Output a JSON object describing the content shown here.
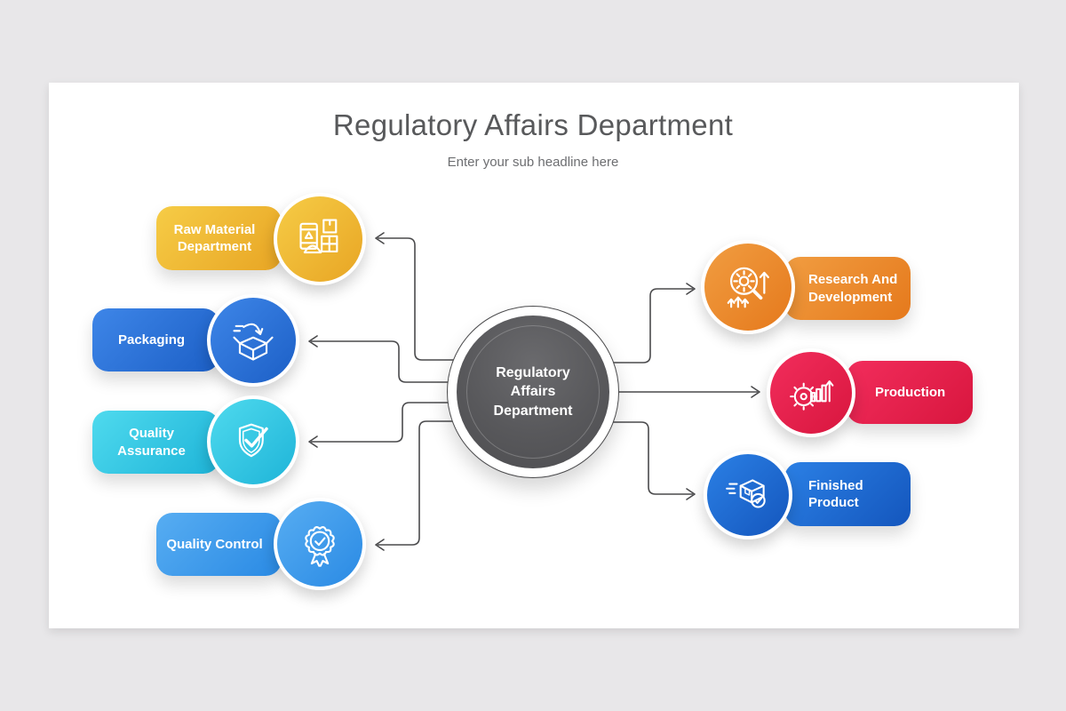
{
  "slide": {
    "title": "Regulatory Affairs Department",
    "subtitle": "Enter your sub headline here"
  },
  "center": {
    "label": "Regulatory\nAffairs\nDepartment"
  },
  "left_nodes": [
    {
      "label": "Raw Material\nDepartment",
      "icon": "raw-material-barrel-icon",
      "from": "#F6CC46",
      "to": "#E8A524"
    },
    {
      "label": "Packaging",
      "icon": "packaging-open-box-icon",
      "from": "#3E86E8",
      "to": "#1C5FC6"
    },
    {
      "label": "Quality\nAssurance",
      "icon": "shield-check-icon",
      "from": "#4FDAEE",
      "to": "#1EB4D8"
    },
    {
      "label": "Quality Control",
      "icon": "award-badge-check-icon",
      "from": "#57ADF2",
      "to": "#2A8AE4"
    }
  ],
  "right_nodes": [
    {
      "label": "Research And\nDevelopment",
      "icon": "magnifier-gear-growth-icon",
      "from": "#F19D41",
      "to": "#E5791C"
    },
    {
      "label": "Production",
      "icon": "gear-bar-chart-icon",
      "from": "#F22D5C",
      "to": "#D8163E"
    },
    {
      "label": "Finished\nProduct",
      "icon": "shipping-box-check-icon",
      "from": "#2B80E5",
      "to": "#1456BD"
    }
  ],
  "colors": {
    "page_bg": "#E8E7E9",
    "slide_bg": "#FFFFFF",
    "title_text": "#58595B",
    "subtitle_text": "#6D6E71",
    "connector": "#4A4A4C",
    "center_disk": "#58585B"
  }
}
